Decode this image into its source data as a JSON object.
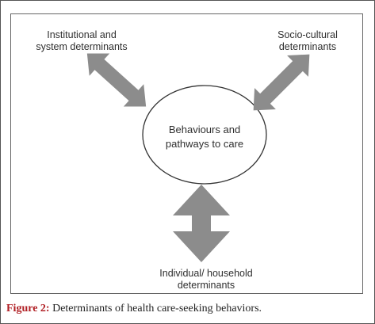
{
  "diagram": {
    "center": {
      "text": "Behaviours and\npathways to care"
    },
    "nodes": [
      {
        "id": "institutional",
        "text": "Institutional and\nsystem determinants"
      },
      {
        "id": "socio-cultural",
        "text": "Socio-cultural\ndeterminants"
      },
      {
        "id": "individual",
        "text": "Individual/ household\ndeterminants"
      }
    ],
    "edges": [
      {
        "from": "institutional",
        "to": "center",
        "style": "double-arrow"
      },
      {
        "from": "socio-cultural",
        "to": "center",
        "style": "double-arrow"
      },
      {
        "from": "individual",
        "to": "center",
        "style": "double-arrow"
      }
    ],
    "colors": {
      "arrow": "#8c8c8c",
      "circle_stroke": "#333333",
      "caption_label": "#b01e23"
    }
  },
  "caption": {
    "label": "Figure 2:",
    "text": " Determinants of health care-seeking behaviors."
  }
}
